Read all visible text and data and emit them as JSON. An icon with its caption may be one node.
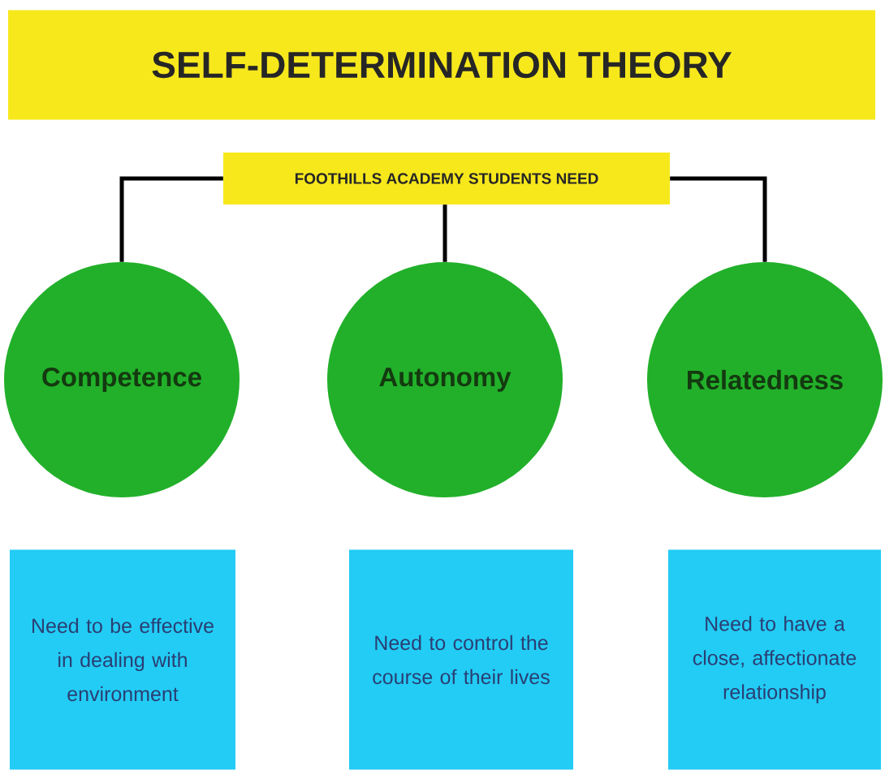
{
  "diagram": {
    "title": "SELF-DETERMINATION THEORY",
    "nodes": [
      {
        "text": [
          "FOOTHILLS ACADEMY STUDENTS NEED"
        ]
      },
      {
        "text": [
          "Competence"
        ]
      },
      {
        "text": [
          "Autonomy"
        ]
      },
      {
        "text": [
          "Relatedness"
        ]
      },
      {
        "text": [
          "Need to be effective in dealing with environment"
        ]
      },
      {
        "text": [
          "Need to control the course of their lives"
        ]
      },
      {
        "text": [
          "Need to have a close, affectionate relationship"
        ]
      }
    ],
    "edges": [
      {
        "from": 0,
        "to": 1,
        "arrow": "none"
      },
      {
        "from": 0,
        "to": 2,
        "arrow": "none"
      },
      {
        "from": 0,
        "to": 3,
        "arrow": "none"
      }
    ]
  }
}
